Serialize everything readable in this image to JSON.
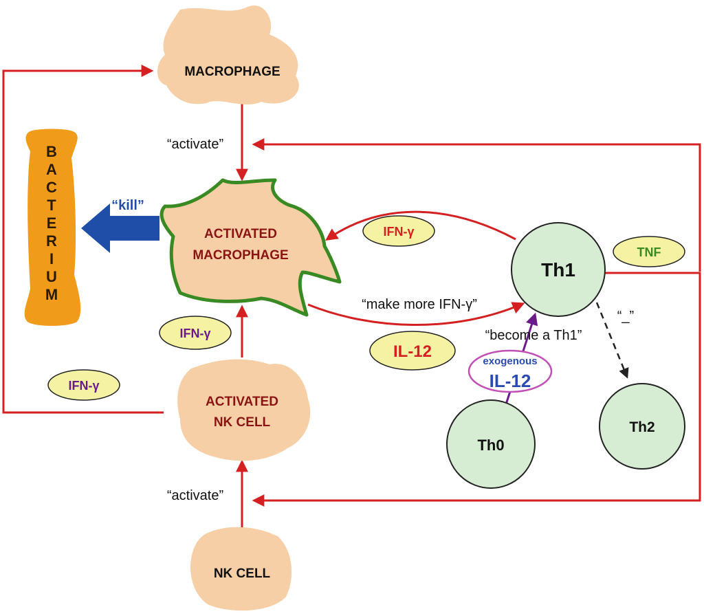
{
  "nodes": {
    "macrophage": "MACROPHAGE",
    "bacterium_letters": [
      "B",
      "A",
      "C",
      "T",
      "E",
      "R",
      "I",
      "U",
      "M"
    ],
    "activated_macrophage_line1": "ACTIVATED",
    "activated_macrophage_line2": "MACROPHAGE",
    "activated_nk_line1": "ACTIVATED",
    "activated_nk_line2": "NK CELL",
    "nk_cell": "NK CELL",
    "th1": "Th1",
    "th0": "Th0",
    "th2": "Th2"
  },
  "labels": {
    "activate_top": "“activate”",
    "activate_bottom": "“activate”",
    "kill": "“kill”",
    "make_more": "“make more IFN-γ”",
    "become_th1": "“become a Th1”",
    "minus": "“_”",
    "exogenous": "exogenous",
    "exogenous_il12": "IL-12"
  },
  "cytokines": {
    "ifn_top": "IFN-γ",
    "tnf": "TNF",
    "il12": "IL-12",
    "ifn_mid": "IFN-γ",
    "ifn_left": "IFN-γ"
  },
  "colors": {
    "arrow_red": "#d42020",
    "cell_fill": "#f6cfa6",
    "th_fill": "#d6ecd3",
    "bacterium_fill": "#f09c1a",
    "macrophage_outline": "#3a8a23",
    "badge_fill": "#f5f3a3",
    "kill_blue": "#1f4ea8",
    "purple": "#6b1a8a",
    "dark_red_text": "#8a1414"
  }
}
